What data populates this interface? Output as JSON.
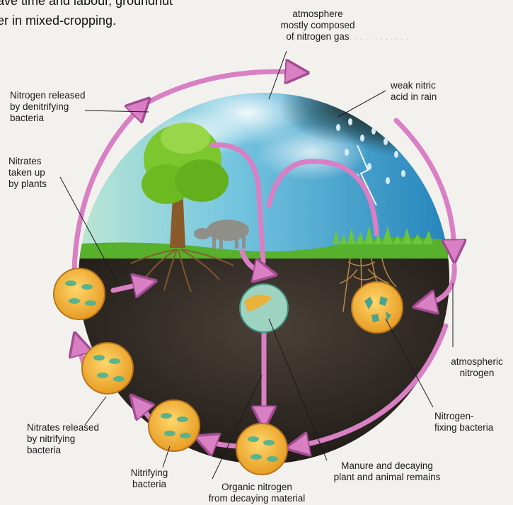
{
  "intro": {
    "line1": "ave time and labour, groundnut",
    "line2": "er in mixed-cropping."
  },
  "labels": {
    "atmosphere": "atmosphere\nmostly composed\nof nitrogen gas",
    "weak_nitric_acid": "weak nitric\nacid in rain",
    "nitrogen_released_denitrifying": "Nitrogen released\nby denitrifying\nbacteria",
    "nitrates_taken_up": "Nitrates\ntaken up\nby plants",
    "atmospheric_nitrogen": "atmospheric\nnitrogen",
    "nitrogen_fixing_bacteria": "Nitrogen-\nfixing bacteria",
    "nitrates_released": "Nitrates released\nby nitrifying\nbacteria",
    "nitrifying_bacteria": "Nitrifying\nbacteria",
    "organic_nitrogen": "Organic nitrogen\nfrom decaying material",
    "manure_decaying": "Manure and decaying\nplant and animal remains"
  },
  "colors": {
    "arrow": "#d97fc4",
    "arrow_outline": "#a24c92",
    "sky": "#5ab3dc",
    "soil": "#26201b",
    "grass": "#57b12d",
    "bacteria_disc": "#f0b43a"
  }
}
